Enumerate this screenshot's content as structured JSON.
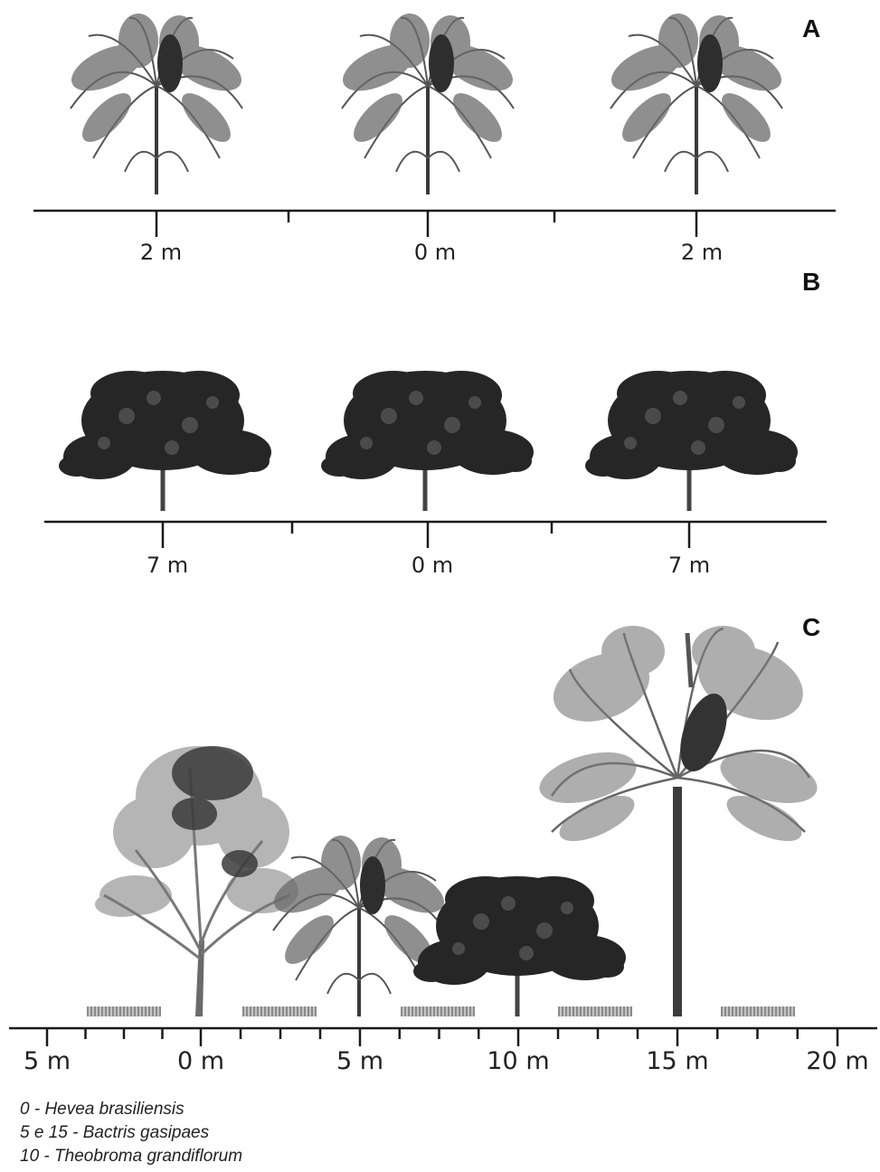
{
  "panels": {
    "a": {
      "letter": "A",
      "labels": [
        "2 m",
        "0 m",
        "2 m"
      ]
    },
    "b": {
      "letter": "B",
      "labels": [
        "7 m",
        "0 m",
        "7 m"
      ]
    },
    "c": {
      "letter": "C",
      "labels": [
        "5 m",
        "0 m",
        "5 m",
        "10 m",
        "15 m",
        "20 m"
      ]
    }
  },
  "legend": [
    "0 - Hevea brasiliensis",
    "5 e 15 - Bactris gasipaes",
    "10 - Theobroma grandiflorum"
  ],
  "colors": {
    "ink": "#1a1a1a",
    "palm": "#555555",
    "cacao": "#2a2a2a",
    "rubber": "#6a6a6a",
    "hatch": "#8a8a8a"
  }
}
